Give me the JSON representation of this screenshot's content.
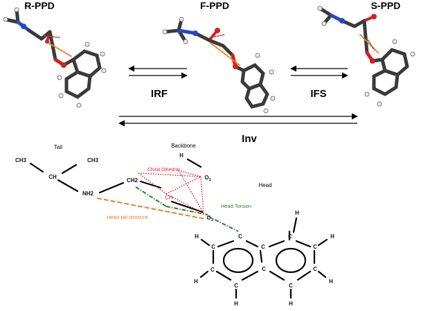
{
  "conformers": {
    "r_ppd": "R-PPD",
    "f_ppd": "F-PPD",
    "s_ppd": "S-PPD"
  },
  "transitions": {
    "irf": "IRF",
    "ifs": "IFS",
    "inv": "Inv"
  },
  "regions": {
    "tail": "Tail",
    "backbone": "Backbone",
    "head": "Head"
  },
  "atoms": {
    "ch3_left": "CH3",
    "ch3_right": "CH3",
    "ch": "CH",
    "nh2": "NH2",
    "ch2": "CH2",
    "ch_backbone": "CH",
    "h_hydroxyl": "H",
    "o2": "O",
    "o2_sub": "2",
    "o1": "O",
    "o1_sub": "1",
    "ring_c": "C",
    "ring_h": "H"
  },
  "annotations": {
    "chiral_dihedral": "Chiral Dihedral",
    "head_torsion": "Head Torsion",
    "head_tail_distance": "Head-tail distance"
  },
  "colors": {
    "chiral": "#e8202a",
    "torsion": "#2e7d32",
    "distance": "#f07f22",
    "carbon": "#3a3a3a",
    "nitrogen": "#2548c8",
    "oxygen": "#d22020",
    "hydrogen": "#eeeeee"
  }
}
